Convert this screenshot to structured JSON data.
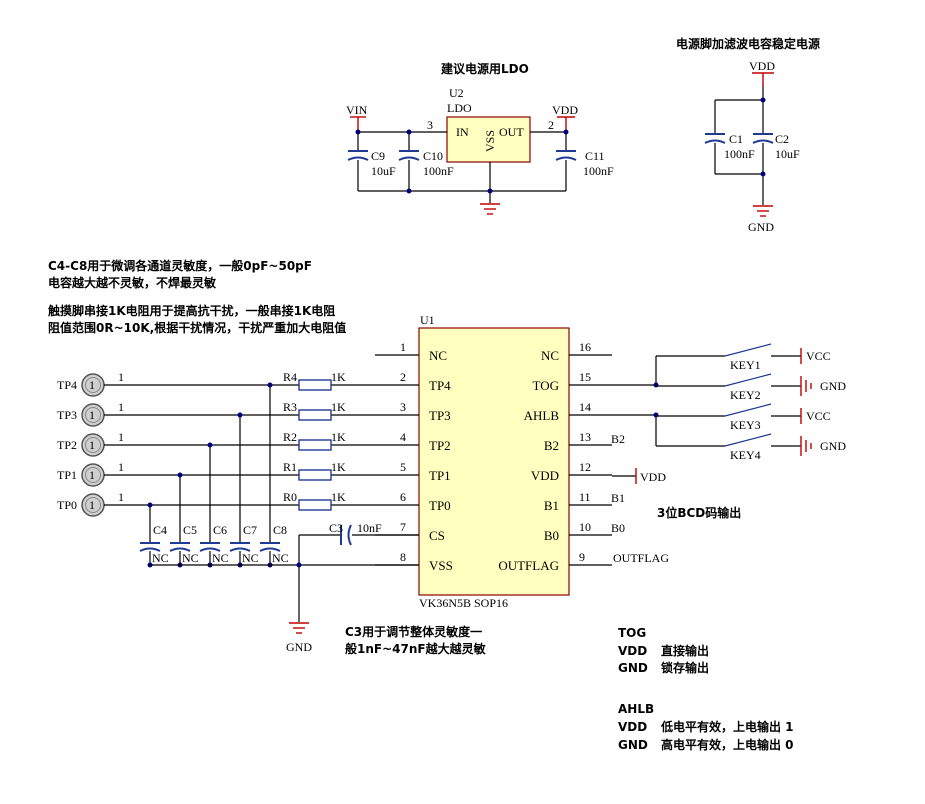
{
  "ldo": {
    "title": "建议电源用LDO",
    "ref": "U2",
    "name": "LDO",
    "pin_in": "IN",
    "pin_out": "OUT",
    "pin_vss": "VSS",
    "pin_in_no": "3",
    "pin_out_no": "2",
    "vin": "VIN",
    "vdd": "VDD",
    "c9_ref": "C9",
    "c9_val": "10uF",
    "c10_ref": "C10",
    "c10_val": "100nF",
    "c11_ref": "C11",
    "c11_val": "100nF"
  },
  "filter": {
    "title": "电源脚加滤波电容稳定电源",
    "vdd": "VDD",
    "gnd": "GND",
    "c1_ref": "C1",
    "c1_val": "100nF",
    "c2_ref": "C2",
    "c2_val": "10uF"
  },
  "notes": {
    "caps_line1": "C4-C8用于微调各通道灵敏度，一般0pF~50pF",
    "caps_line2": "电容越大越不灵敏，不焊最灵敏",
    "res_line1": "触摸脚串接1K电阻用于提高抗干扰，一般串接1K电阻",
    "res_line2": "阻值范围0R~10K,根据干扰情况，干扰严重加大电阻值",
    "c3_line1": "C3用于调节整体灵敏度一",
    "c3_line2": "般1nF~47nF越大越灵敏",
    "bcd": "3位BCD码输出"
  },
  "ic": {
    "ref": "U1",
    "part": "VK36N5B SOP16",
    "left_pins": [
      {
        "no": "1",
        "name": "NC"
      },
      {
        "no": "2",
        "name": "TP4"
      },
      {
        "no": "3",
        "name": "TP3"
      },
      {
        "no": "4",
        "name": "TP2"
      },
      {
        "no": "5",
        "name": "TP1"
      },
      {
        "no": "6",
        "name": "TP0"
      },
      {
        "no": "7",
        "name": "CS"
      },
      {
        "no": "8",
        "name": "VSS"
      }
    ],
    "right_pins": [
      {
        "no": "16",
        "name": "NC"
      },
      {
        "no": "15",
        "name": "TOG"
      },
      {
        "no": "14",
        "name": "AHLB"
      },
      {
        "no": "13",
        "name": "B2"
      },
      {
        "no": "12",
        "name": "VDD"
      },
      {
        "no": "11",
        "name": "B1"
      },
      {
        "no": "10",
        "name": "B0"
      },
      {
        "no": "9",
        "name": "OUTFLAG"
      }
    ]
  },
  "net_labels": {
    "b2": "B2",
    "vdd": "VDD",
    "b1": "B1",
    "b0": "B0",
    "outflag": "OUTFLAG",
    "gnd": "GND"
  },
  "touch_pads": [
    {
      "ref": "TP4",
      "pin": "1"
    },
    {
      "ref": "TP3",
      "pin": "1"
    },
    {
      "ref": "TP2",
      "pin": "1"
    },
    {
      "ref": "TP1",
      "pin": "1"
    },
    {
      "ref": "TP0",
      "pin": "1"
    }
  ],
  "resistors": [
    {
      "ref": "R4",
      "val": "1K"
    },
    {
      "ref": "R3",
      "val": "1K"
    },
    {
      "ref": "R2",
      "val": "1K"
    },
    {
      "ref": "R1",
      "val": "1K"
    },
    {
      "ref": "R0",
      "val": "1K"
    }
  ],
  "tune_caps": [
    {
      "ref": "C4",
      "val": "NC"
    },
    {
      "ref": "C5",
      "val": "NC"
    },
    {
      "ref": "C6",
      "val": "NC"
    },
    {
      "ref": "C7",
      "val": "NC"
    },
    {
      "ref": "C8",
      "val": "NC"
    }
  ],
  "c3": {
    "ref": "C3",
    "val": "10nF"
  },
  "keys": [
    {
      "ref": "KEY1",
      "net": "VCC"
    },
    {
      "ref": "KEY2",
      "net": "GND"
    },
    {
      "ref": "KEY3",
      "net": "VCC"
    },
    {
      "ref": "KEY4",
      "net": "GND"
    }
  ],
  "legend": {
    "tog_title": "TOG",
    "tog_rows": [
      {
        "k": "VDD",
        "v": "直接输出"
      },
      {
        "k": "GND",
        "v": "锁存输出"
      }
    ],
    "ahlb_title": "AHLB",
    "ahlb_rows": [
      {
        "k": "VDD",
        "v": "低电平有效，上电输出 1"
      },
      {
        "k": "GND",
        "v": "高电平有效，上电输出 0"
      }
    ]
  }
}
